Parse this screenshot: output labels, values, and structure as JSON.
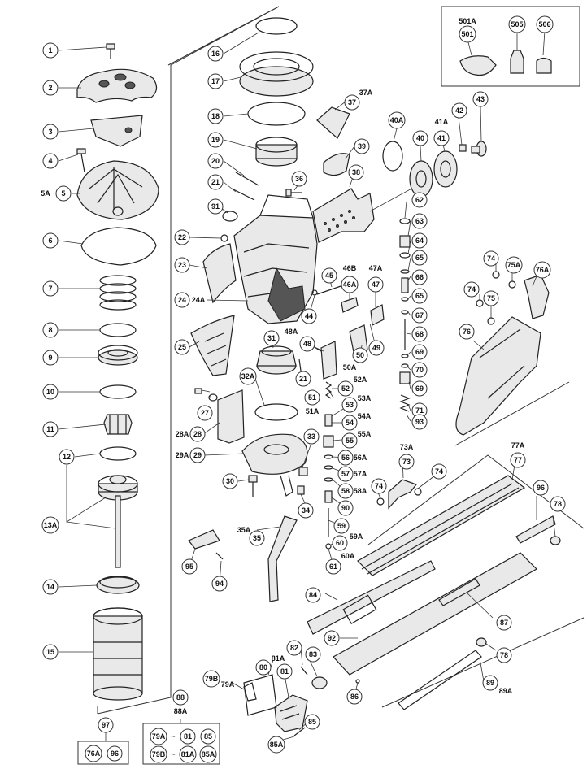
{
  "labels": {
    "p1": "1",
    "p2": "2",
    "p3": "3",
    "p4": "4",
    "p5a": "5A",
    "p5": "5",
    "p6": "6",
    "p7": "7",
    "p8": "8",
    "p9": "9",
    "p10": "10",
    "p11": "11",
    "p12": "12",
    "p13a": "13A",
    "p14": "14",
    "p15": "15",
    "p16": "16",
    "p17": "17",
    "p18": "18",
    "p19": "19",
    "p20": "20",
    "p21": "21",
    "p91": "91",
    "p22": "22",
    "p23": "23",
    "p24": "24",
    "p24a": "24A",
    "p25": "25",
    "p27": "27",
    "p28": "28",
    "p28a": "28A",
    "p29": "29",
    "p29a": "29A",
    "p30": "30",
    "p31": "31",
    "p32a": "32A",
    "p21b": "21",
    "p33": "33",
    "p34": "34",
    "p35a": "35A",
    "p35": "35",
    "p95": "95",
    "p94": "94",
    "p36": "36",
    "p37": "37",
    "p37a": "37A",
    "p38": "38",
    "p39": "39",
    "p40a": "40A",
    "p40": "40",
    "p41a": "41A",
    "p41": "41",
    "p42": "42",
    "p43": "43",
    "p44": "44",
    "p45": "45",
    "p46b": "46B",
    "p46a": "46A",
    "p47a": "47A",
    "p47": "47",
    "p48a": "48A",
    "p48": "48",
    "p49": "49",
    "p50": "50",
    "p50a": "50A",
    "p51": "51",
    "p51a": "51A",
    "p52": "52",
    "p52a": "52A",
    "p53": "53",
    "p53a": "53A",
    "p54": "54",
    "p54a": "54A",
    "p55": "55",
    "p55a": "55A",
    "p56": "56",
    "p56a": "56A",
    "p57": "57",
    "p57a": "57A",
    "p58": "58",
    "p58a": "58A",
    "p90": "90",
    "p59": "59",
    "p59a": "59A",
    "p60": "60",
    "p60a": "60A",
    "p61": "61",
    "p62": "62",
    "p63": "63",
    "p64": "64",
    "p65": "65",
    "p66": "66",
    "p65b": "65",
    "p67": "67",
    "p68": "68",
    "p69": "69",
    "p70": "70",
    "p69b": "69",
    "p71": "71",
    "p93": "93",
    "p74a": "74",
    "p75a": "75A",
    "p76a": "76A",
    "p74b": "74",
    "p75": "75",
    "p76": "76",
    "p73a": "73A",
    "p73": "73",
    "p74c": "74",
    "p74d": "74",
    "p77a": "77A",
    "p77": "77",
    "p96": "96",
    "p78": "78",
    "p84": "84",
    "p87": "87",
    "p92": "92",
    "p78b": "78",
    "p82": "82",
    "p83": "83",
    "p81a": "81A",
    "p81": "81",
    "p80": "80",
    "p79b": "79B",
    "p79a": "79A",
    "p86": "86",
    "p89": "89",
    "p89a": "89A",
    "p85": "85",
    "p85a": "85A",
    "p88": "88",
    "p88a": "88A",
    "p97": "97",
    "p501a": "501A",
    "p501": "501",
    "p505": "505",
    "p506": "506",
    "box97_76a": "76A",
    "box97_96": "96",
    "box88_79a": "79A",
    "box88_tilde1": "~",
    "box88_81": "81",
    "box88_85": "85",
    "box88_79b": "79B",
    "box88_tilde2": "~",
    "box88_81a": "81A",
    "box88_85a": "85A"
  }
}
